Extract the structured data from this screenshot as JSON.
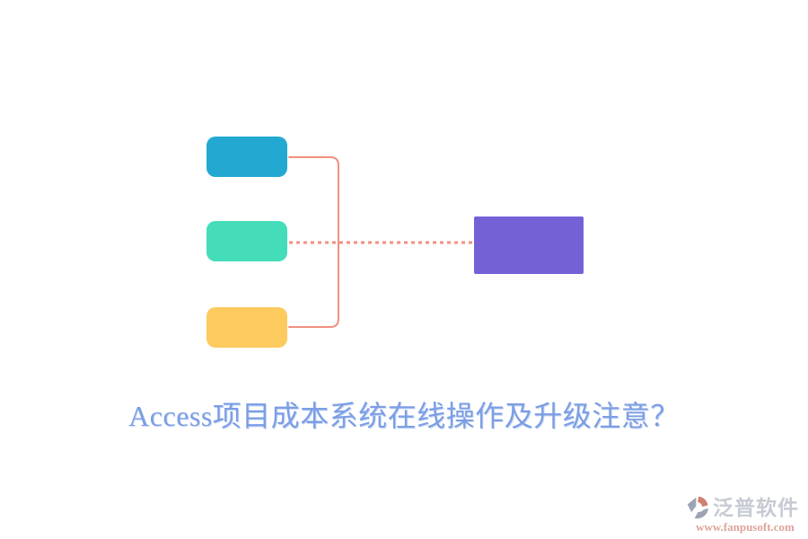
{
  "diagram": {
    "branch_nodes": [
      {
        "name": "top-branch",
        "color": "#23A9D1"
      },
      {
        "name": "middle-branch",
        "color": "#45DCBA"
      },
      {
        "name": "bottom-branch",
        "color": "#FDCA5D"
      }
    ],
    "target_node": {
      "name": "target",
      "color": "#7561D6"
    },
    "connector_color": "#F1907F"
  },
  "title": {
    "text": "Access项目成本系统在线操作及升级注意？",
    "color": "#7C9EE4"
  },
  "watermark": {
    "brand": "泛普软件",
    "url": "www.fanpusoft.com",
    "brand_color": "#BDC3CC",
    "url_color": "#D8948B",
    "icon_gray": "#8C96A8",
    "icon_red": "#C96A57"
  }
}
